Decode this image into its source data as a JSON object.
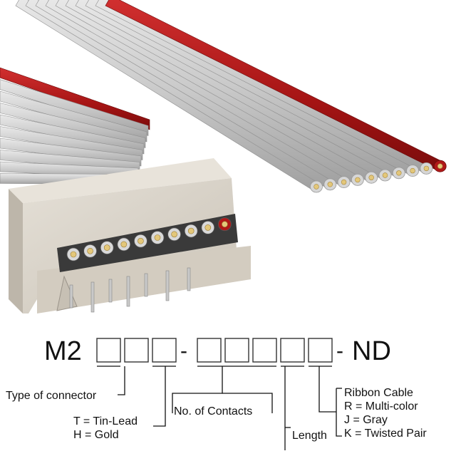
{
  "part_number": {
    "prefix": "M2",
    "separator": "-",
    "suffix": "ND"
  },
  "callouts": {
    "connector_type": "Type of connector",
    "plating_tin": "T = Tin-Lead",
    "plating_gold": "H = Gold",
    "contacts": "No. of Contacts",
    "length": "Length",
    "cable_title": "Ribbon Cable",
    "cable_r": "R = Multi-color",
    "cable_j": "J = Gray",
    "cable_k": "K = Twisted Pair"
  },
  "colors": {
    "wire_gray": "#c4c4c4",
    "wire_red": "#b01818",
    "housing": "#d8d2c8",
    "contact_gold": "#e3c77a"
  }
}
